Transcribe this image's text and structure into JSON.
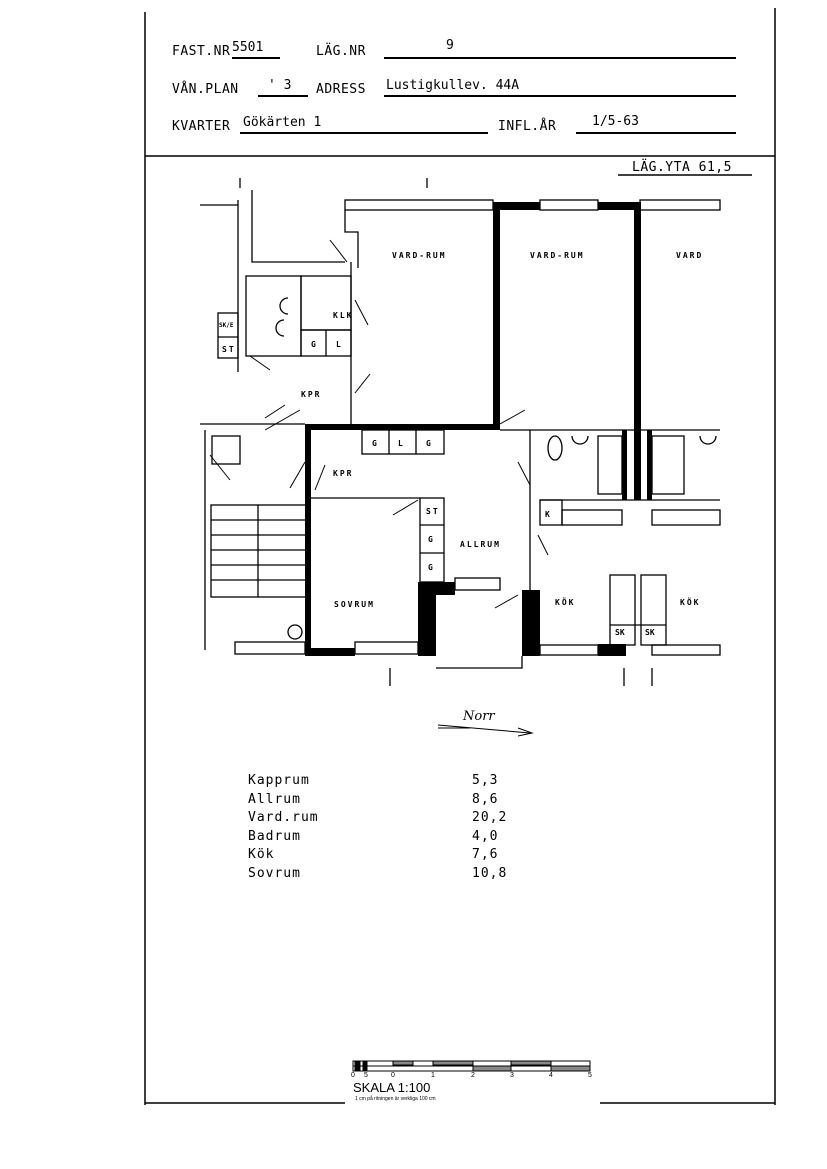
{
  "header": {
    "fast_nr_label": "FAST.NR",
    "fast_nr_value": "5501",
    "lag_nr_label": "LÄG.NR",
    "lag_nr_value": "9",
    "van_plan_label": "VÅN.PLAN",
    "van_plan_value": "' 3",
    "adress_label": "ADRESS",
    "adress_value": "Lustigkullev. 44A",
    "kvarter_label": "KVARTER",
    "kvarter_value": "Gökärten 1",
    "infl_ar_label": "INFL.ÅR",
    "infl_ar_value": "1/5-63",
    "lag_yta_label": "LÄG.YTA",
    "lag_yta_value": "61,5"
  },
  "plan": {
    "rooms": {
      "vardrum_1": "VARD-RUM",
      "vardrum_2": "VARD-RUM",
      "vardrum_3": "VARD",
      "klk": "KLK",
      "g1": "G",
      "l1": "L",
      "sk_e": "SK/E",
      "st1": "ST",
      "kpr1": "KPR",
      "kpr2": "KPR",
      "g2": "G",
      "l2": "L",
      "g3": "G",
      "st2": "ST",
      "g4": "G",
      "g5": "G",
      "allrum": "ALLRUM",
      "sovrum": "SOVRUM",
      "kok1": "KÖK",
      "kok2": "KÖK",
      "sk1": "SK",
      "sk2": "SK",
      "k": "K"
    },
    "north_label": "Norr"
  },
  "areas": [
    {
      "name": "Kapprum",
      "value": "5,3"
    },
    {
      "name": "Allrum",
      "value": "8,6"
    },
    {
      "name": "Vard.rum",
      "value": "20,2"
    },
    {
      "name": "Badrum",
      "value": "4,0"
    },
    {
      "name": "Kök",
      "value": "7,6"
    },
    {
      "name": "Sovrum",
      "value": "10,8"
    }
  ],
  "scale": {
    "ticks": [
      "0",
      "5",
      "0",
      "1",
      "2",
      "3",
      "4",
      "5"
    ],
    "title": "SKALA 1:100",
    "note": "1 cm på ritningen är verkliga 100 cm"
  }
}
